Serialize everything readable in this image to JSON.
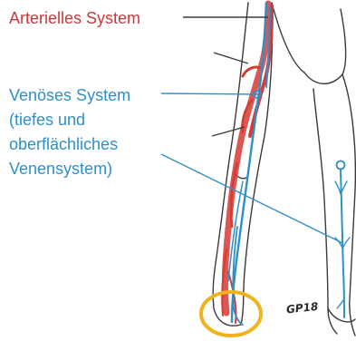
{
  "labels": {
    "arterial": "Arterielles System",
    "venous_line1": "Venöses System",
    "venous_line2": "(tiefes und",
    "venous_line3": "oberflächliches",
    "venous_line4": "Venensystem)"
  },
  "signature": "GP18",
  "colors": {
    "arterial": "#d63a34",
    "venous": "#2f8fc8",
    "outline": "#3a3a3a",
    "highlight_circle": "#f2b21b"
  }
}
